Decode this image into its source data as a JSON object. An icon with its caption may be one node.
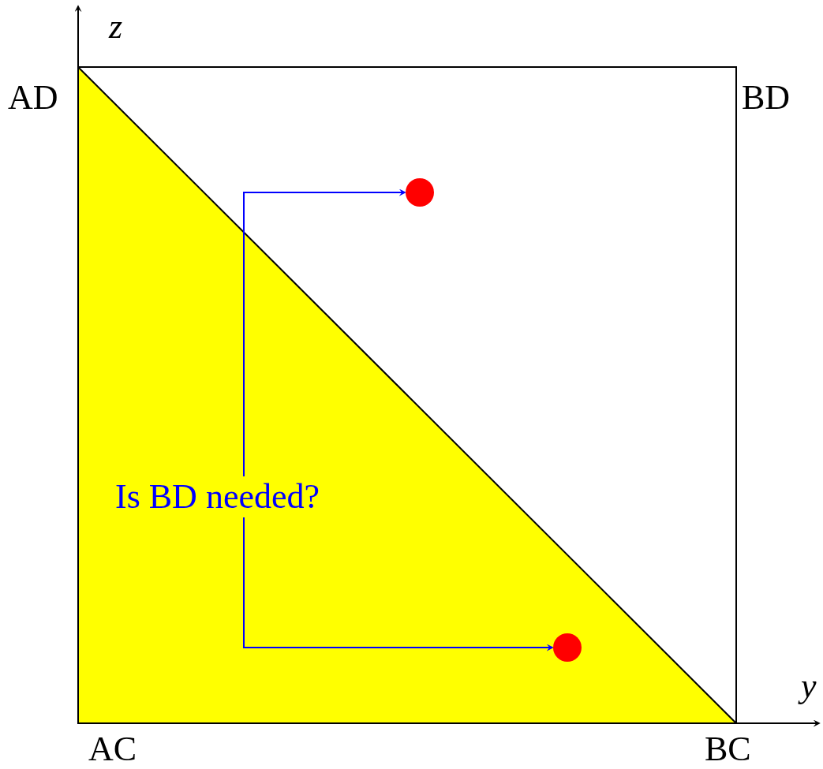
{
  "diagram": {
    "nodes": [
      {
        "text": [
          "Is BD needed?"
        ]
      },
      {
        "text": [],
        "shape": "circle"
      },
      {
        "text": [],
        "shape": "circle"
      }
    ],
    "edges": [
      {
        "from": 0,
        "to": 1,
        "arrow": "to"
      },
      {
        "from": 0,
        "to": 2,
        "arrow": "to"
      }
    ],
    "labels": [
      "z",
      "AD",
      "BD",
      "y",
      "AC",
      "BC"
    ]
  }
}
